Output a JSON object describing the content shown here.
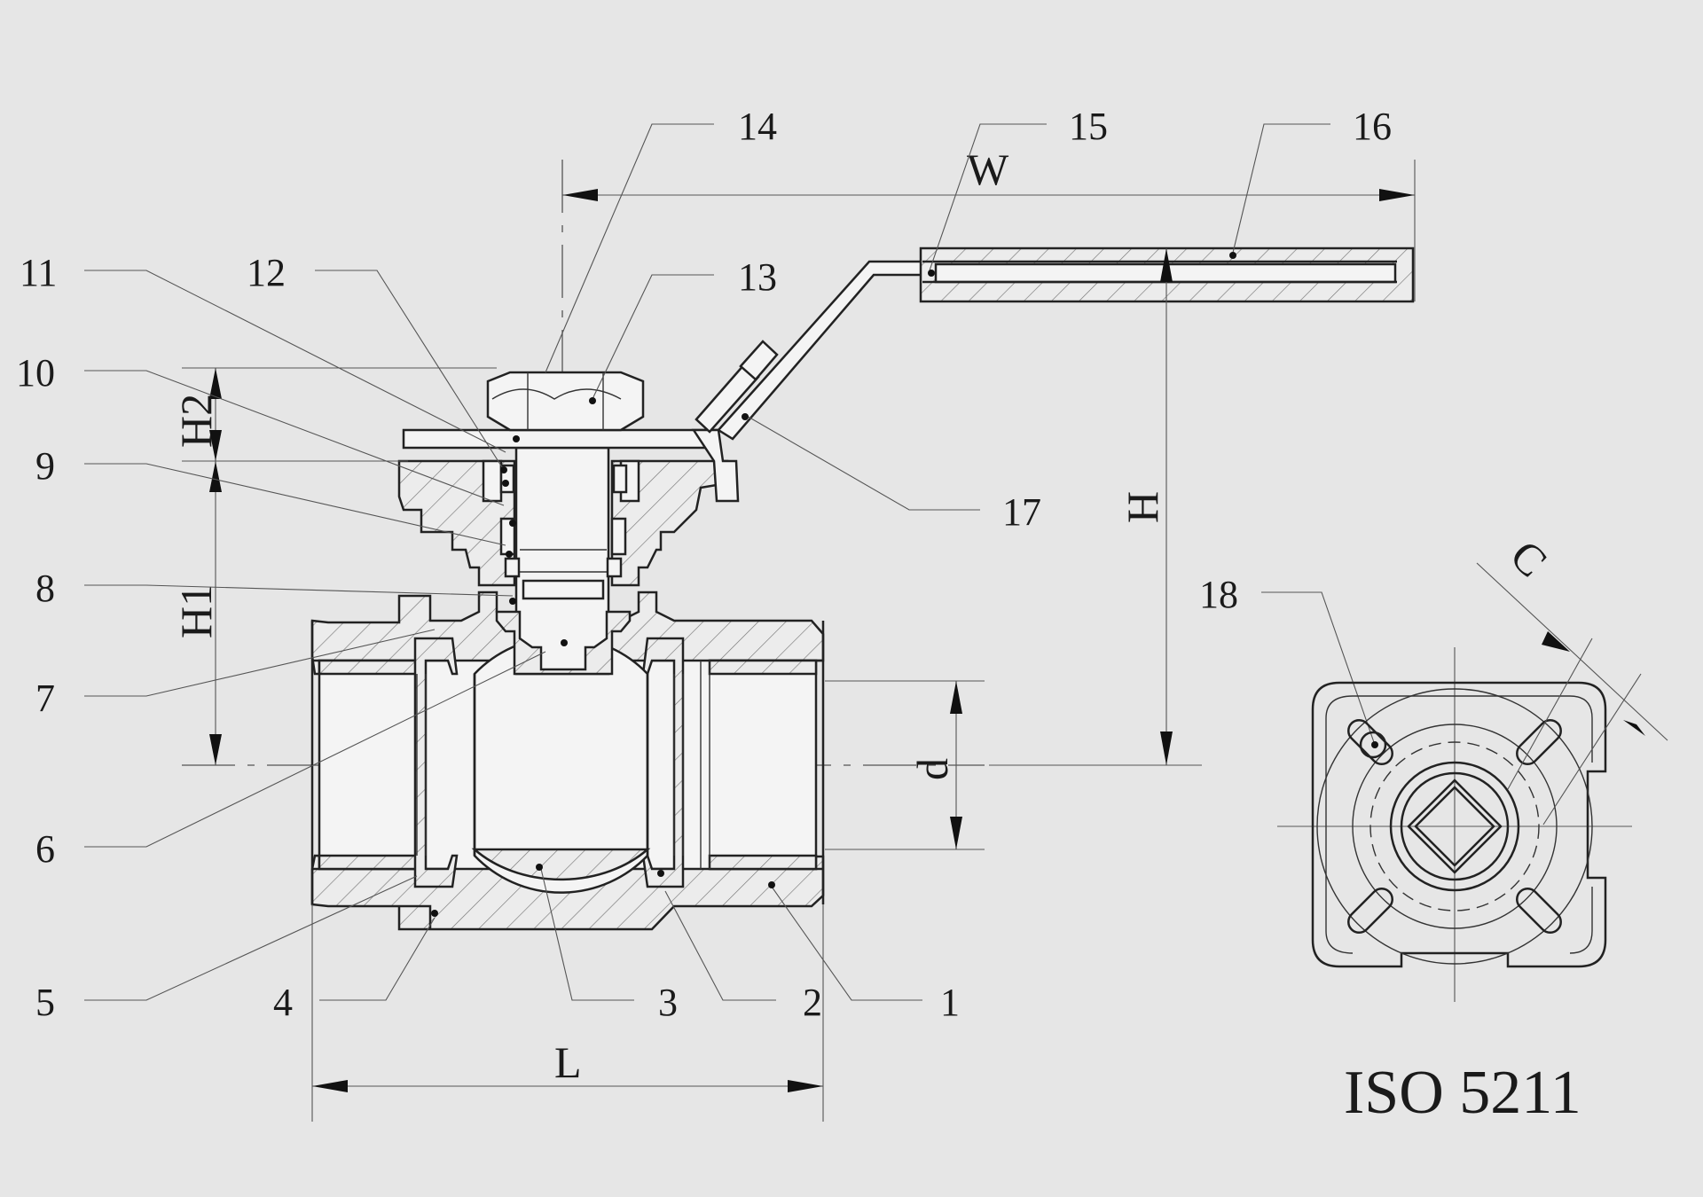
{
  "callouts": [
    {
      "id": "1",
      "text": "1"
    },
    {
      "id": "2",
      "text": "2"
    },
    {
      "id": "3",
      "text": "3"
    },
    {
      "id": "4",
      "text": "4"
    },
    {
      "id": "5",
      "text": "5"
    },
    {
      "id": "6",
      "text": "6"
    },
    {
      "id": "7",
      "text": "7"
    },
    {
      "id": "8",
      "text": "8"
    },
    {
      "id": "9",
      "text": "9"
    },
    {
      "id": "10",
      "text": "10"
    },
    {
      "id": "11",
      "text": "11"
    },
    {
      "id": "12",
      "text": "12"
    },
    {
      "id": "13",
      "text": "13"
    },
    {
      "id": "14",
      "text": "14"
    },
    {
      "id": "15",
      "text": "15"
    },
    {
      "id": "16",
      "text": "16"
    },
    {
      "id": "17",
      "text": "17"
    },
    {
      "id": "18",
      "text": "18"
    }
  ],
  "dimensions": {
    "W": "W",
    "H": "H",
    "H1": "H1",
    "H2": "H2",
    "L": "L",
    "d": "d",
    "C": "C"
  },
  "standard_label": "ISO 5211"
}
